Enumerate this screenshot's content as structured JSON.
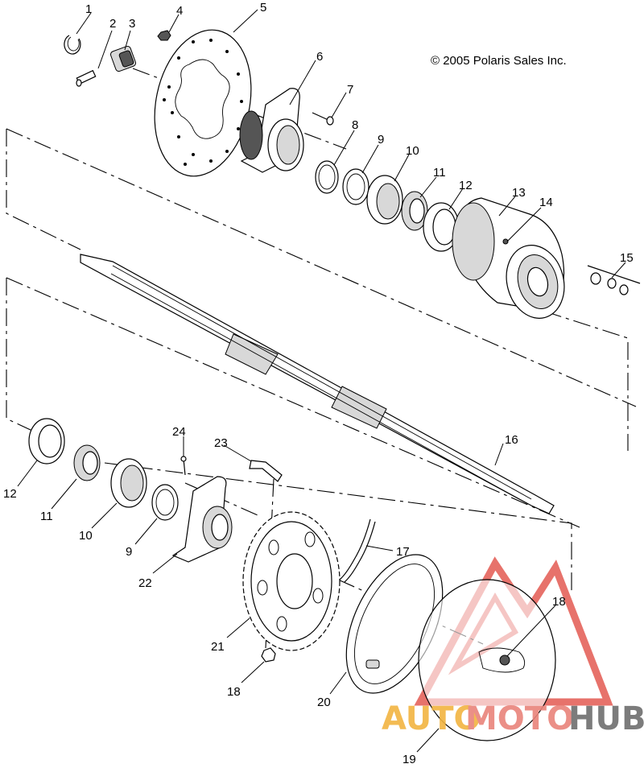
{
  "copyright": "© 2005 Polaris Sales Inc.",
  "callouts": [
    {
      "id": "c1",
      "label": "1"
    },
    {
      "id": "c2",
      "label": "2"
    },
    {
      "id": "c3",
      "label": "3"
    },
    {
      "id": "c4",
      "label": "4"
    },
    {
      "id": "c5",
      "label": "5"
    },
    {
      "id": "c6",
      "label": "6"
    },
    {
      "id": "c7",
      "label": "7"
    },
    {
      "id": "c8",
      "label": "8"
    },
    {
      "id": "c9a",
      "label": "9"
    },
    {
      "id": "c10a",
      "label": "10"
    },
    {
      "id": "c11a",
      "label": "11"
    },
    {
      "id": "c12a",
      "label": "12"
    },
    {
      "id": "c13",
      "label": "13"
    },
    {
      "id": "c14",
      "label": "14"
    },
    {
      "id": "c15",
      "label": "15"
    },
    {
      "id": "c16",
      "label": "16"
    },
    {
      "id": "c17",
      "label": "17"
    },
    {
      "id": "c18a",
      "label": "18"
    },
    {
      "id": "c19",
      "label": "19"
    },
    {
      "id": "c20",
      "label": "20"
    },
    {
      "id": "c21",
      "label": "21"
    },
    {
      "id": "c18b",
      "label": "18"
    },
    {
      "id": "c22",
      "label": "22"
    },
    {
      "id": "c23",
      "label": "23"
    },
    {
      "id": "c24",
      "label": "24"
    },
    {
      "id": "c9b",
      "label": "9"
    },
    {
      "id": "c10b",
      "label": "10"
    },
    {
      "id": "c11b",
      "label": "11"
    },
    {
      "id": "c12b",
      "label": "12"
    }
  ],
  "watermark": {
    "part1": "AUTO",
    "part2": "MOTO",
    "part3": "HUB",
    "colors": {
      "auto": "#f2b441",
      "moto": "#e9837b",
      "hub": "#6e6e6e",
      "logo": "#e35a52"
    }
  }
}
